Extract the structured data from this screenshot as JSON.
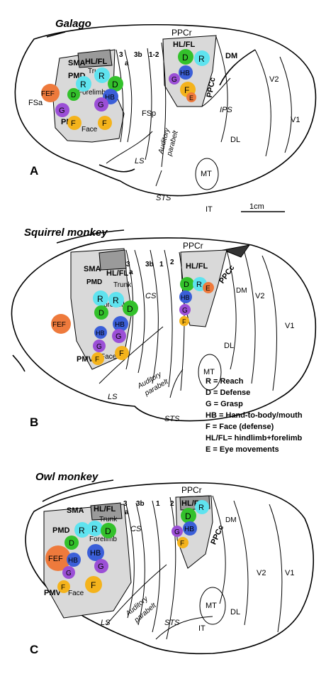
{
  "panels": [
    {
      "title": "Galago",
      "letter": "A",
      "labels": {
        "ppcr": "PPCr",
        "hlfl": "HL/FL",
        "ppcc": "PPCc",
        "dm": "DM",
        "v2": "V2",
        "v1": "V1",
        "ips": "IPS",
        "mt": "MT",
        "dl": "DL",
        "it": "IT",
        "sts": "STS",
        "ls": "LS",
        "sma": "SMA",
        "pmd": "PMD",
        "pmv": "PMV",
        "fef": "FEF",
        "fsa": "FSa",
        "fsp": "FSp",
        "area3": "3",
        "area3a": "a",
        "area3b": "3b",
        "area12": "1-2",
        "trunk": "Trunk",
        "forelimb": "Forelimb",
        "face": "Face",
        "auditory": "Auditory",
        "parabelt": "parabelt"
      },
      "scale_bar": "1cm"
    },
    {
      "title": "Squirrel monkey",
      "letter": "B",
      "labels": {
        "ppcr": "PPCr",
        "hlfl": "HL/FL",
        "ppcc": "PPCc",
        "dm": "DM",
        "v2": "V2",
        "v1": "V1",
        "mt": "MT",
        "dl": "DL",
        "sts": "STS",
        "ls": "LS",
        "cs": "CS",
        "sma": "SMA",
        "pmd": "PMD",
        "pmv": "PMV",
        "fef": "FEF",
        "area3": "3",
        "area3a": "a",
        "area3b": "3b",
        "area1": "1",
        "area2": "2",
        "trunk": "Trunk",
        "forelimb": "Forelimb",
        "face": "Face",
        "auditory": "Auditory",
        "parabelt": "parabelt"
      }
    },
    {
      "title": "Owl monkey",
      "letter": "C",
      "labels": {
        "ppcr": "PPCr",
        "hlfl": "HL/FL",
        "ppcc": "PPCc",
        "dm": "DM",
        "v2": "V2",
        "v1": "V1",
        "mt": "MT",
        "dl": "DL",
        "it": "IT",
        "sts": "STS",
        "ls": "LS",
        "cs": "CS",
        "sma": "SMA",
        "pmd": "PMD",
        "pmv": "PMV",
        "fef": "FEF",
        "area3": "3",
        "area3a": "a",
        "area3b": "3b",
        "area1": "1",
        "area2": "2",
        "trunk": "Trunk",
        "forelimb": "Forelimb",
        "face": "Face",
        "auditory": "Auditory",
        "parabelt": "parabelt"
      }
    }
  ],
  "domain_letters": {
    "R": "R",
    "D": "D",
    "G": "G",
    "HB": "HB",
    "F": "F",
    "E": "E"
  },
  "domain_colors": {
    "R": "#5fe3ef",
    "D": "#33c12b",
    "G": "#9b4fd6",
    "HB": "#3b5fd8",
    "F": "#f4b31c",
    "E": "#ee7a3c",
    "FEF": "#ee7a3c"
  },
  "legend": [
    "R = Reach",
    "D = Defense",
    "G = Grasp",
    "HB = Hand-to-body/mouth",
    "F = Face (defense)",
    "HL/FL= hindlimb+forelimb",
    "E = Eye movements"
  ]
}
